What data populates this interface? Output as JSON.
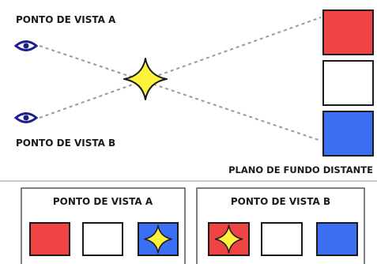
{
  "labels": {
    "viewpoint_a": "PONTO DE VISTA A",
    "viewpoint_b": "PONTO DE VISTA B",
    "background": "PLANO DE FUNDO DISTANTE",
    "panel_a": "PONTO DE VISTA A",
    "panel_b": "PONTO DE VISTA B"
  },
  "background_squares": [
    "red",
    "white",
    "blue"
  ],
  "panel_a_squares": [
    "red",
    "white",
    "blue"
  ],
  "panel_b_squares": [
    "red",
    "white",
    "blue"
  ],
  "panel_a_star_on": "blue",
  "panel_b_star_on": "red",
  "colors": {
    "red": "#ef4444",
    "white": "#ffffff",
    "blue": "#3b6ef0",
    "star": "#fff23a",
    "eye": "#1e1e8c",
    "outline": "#1a1a1a",
    "sight_line": "#9a9a9a",
    "separator": "#c8c8c8"
  }
}
